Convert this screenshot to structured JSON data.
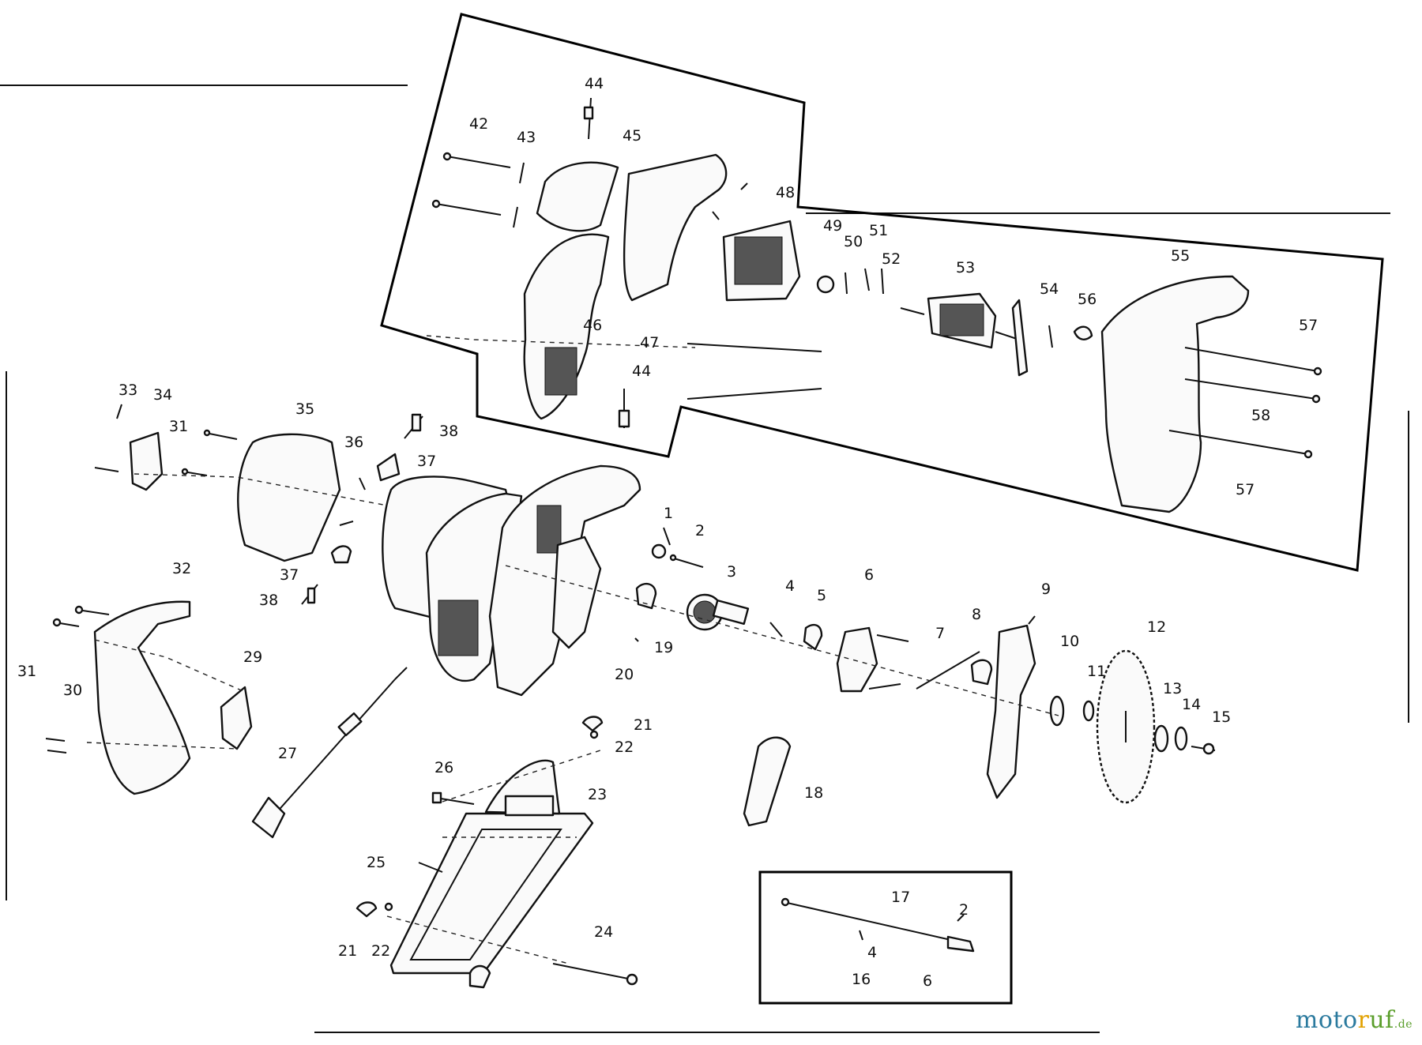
{
  "diagram": {
    "part_labels": [
      {
        "id": "l42",
        "text": "42"
      },
      {
        "id": "l43",
        "text": "43"
      },
      {
        "id": "l44a",
        "text": "44"
      },
      {
        "id": "l45",
        "text": "45"
      },
      {
        "id": "l48",
        "text": "48"
      },
      {
        "id": "l49",
        "text": "49"
      },
      {
        "id": "l50",
        "text": "50"
      },
      {
        "id": "l51",
        "text": "51"
      },
      {
        "id": "l52",
        "text": "52"
      },
      {
        "id": "l53",
        "text": "53"
      },
      {
        "id": "l54",
        "text": "54"
      },
      {
        "id": "l55",
        "text": "55"
      },
      {
        "id": "l56",
        "text": "56"
      },
      {
        "id": "l57a",
        "text": "57"
      },
      {
        "id": "l58",
        "text": "58"
      },
      {
        "id": "l57b",
        "text": "57"
      },
      {
        "id": "l46",
        "text": "46"
      },
      {
        "id": "l47",
        "text": "47"
      },
      {
        "id": "l44b",
        "text": "44"
      },
      {
        "id": "l33",
        "text": "33"
      },
      {
        "id": "l34",
        "text": "34"
      },
      {
        "id": "l31a",
        "text": "31"
      },
      {
        "id": "l35",
        "text": "35"
      },
      {
        "id": "l36",
        "text": "36"
      },
      {
        "id": "l38a",
        "text": "38"
      },
      {
        "id": "l37a",
        "text": "37"
      },
      {
        "id": "l37b",
        "text": "37"
      },
      {
        "id": "l38b",
        "text": "38"
      },
      {
        "id": "l32",
        "text": "32"
      },
      {
        "id": "l31b",
        "text": "31"
      },
      {
        "id": "l30",
        "text": "30"
      },
      {
        "id": "l29",
        "text": "29"
      },
      {
        "id": "l27",
        "text": "27"
      },
      {
        "id": "l1",
        "text": "1"
      },
      {
        "id": "l2",
        "text": "2"
      },
      {
        "id": "l3",
        "text": "3"
      },
      {
        "id": "l4",
        "text": "4"
      },
      {
        "id": "l5",
        "text": "5"
      },
      {
        "id": "l6",
        "text": "6"
      },
      {
        "id": "l7",
        "text": "7"
      },
      {
        "id": "l8",
        "text": "8"
      },
      {
        "id": "l9",
        "text": "9"
      },
      {
        "id": "l10",
        "text": "10"
      },
      {
        "id": "l11",
        "text": "11"
      },
      {
        "id": "l12",
        "text": "12"
      },
      {
        "id": "l13",
        "text": "13"
      },
      {
        "id": "l14",
        "text": "14"
      },
      {
        "id": "l15",
        "text": "15"
      },
      {
        "id": "l19",
        "text": "19"
      },
      {
        "id": "l20",
        "text": "20"
      },
      {
        "id": "l21a",
        "text": "21"
      },
      {
        "id": "l22a",
        "text": "22"
      },
      {
        "id": "l26",
        "text": "26"
      },
      {
        "id": "l23",
        "text": "23"
      },
      {
        "id": "l18",
        "text": "18"
      },
      {
        "id": "l25",
        "text": "25"
      },
      {
        "id": "l24",
        "text": "24"
      },
      {
        "id": "l21b",
        "text": "21"
      },
      {
        "id": "l22b",
        "text": "22"
      },
      {
        "id": "l17",
        "text": "17"
      },
      {
        "id": "l16",
        "text": "16"
      },
      {
        "id": "l4b",
        "text": "4"
      },
      {
        "id": "l2b",
        "text": "2"
      },
      {
        "id": "l6b",
        "text": "6"
      }
    ]
  },
  "watermark": {
    "part_a": "moto",
    "part_b": "r",
    "part_c": "uf",
    "part_d": ".de"
  },
  "colors": {
    "ink": "#111111",
    "paper": "#ffffff",
    "wm_blue": "#2b7a9e",
    "wm_orange": "#e2a100",
    "wm_green": "#5a9e2b"
  }
}
